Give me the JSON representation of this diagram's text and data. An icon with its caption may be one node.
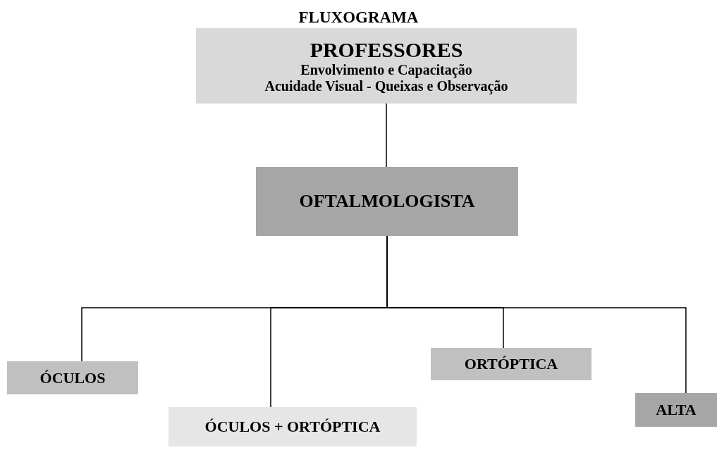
{
  "diagram": {
    "title": "FLUXOGRAMA",
    "nodes": [
      {
        "text": [
          "PROFESSORES",
          "Envolvimento e Capacitação",
          "Acuidade Visual - Queixas e Observação"
        ]
      },
      {
        "text": [
          "OFTALMOLOGISTA"
        ]
      },
      {
        "text": [
          "ÓCULOS"
        ]
      },
      {
        "text": [
          "ÓCULOS + ORTÓPTICA"
        ]
      },
      {
        "text": [
          "ORTÓPTICA"
        ]
      },
      {
        "text": [
          "ALTA"
        ]
      }
    ],
    "edges": [
      {
        "from": 0,
        "to": 1,
        "arrow": "none"
      },
      {
        "from": 1,
        "to": 2,
        "arrow": "none"
      },
      {
        "from": 1,
        "to": 3,
        "arrow": "none"
      },
      {
        "from": 1,
        "to": 4,
        "arrow": "none"
      },
      {
        "from": 1,
        "to": 5,
        "arrow": "none"
      }
    ]
  }
}
